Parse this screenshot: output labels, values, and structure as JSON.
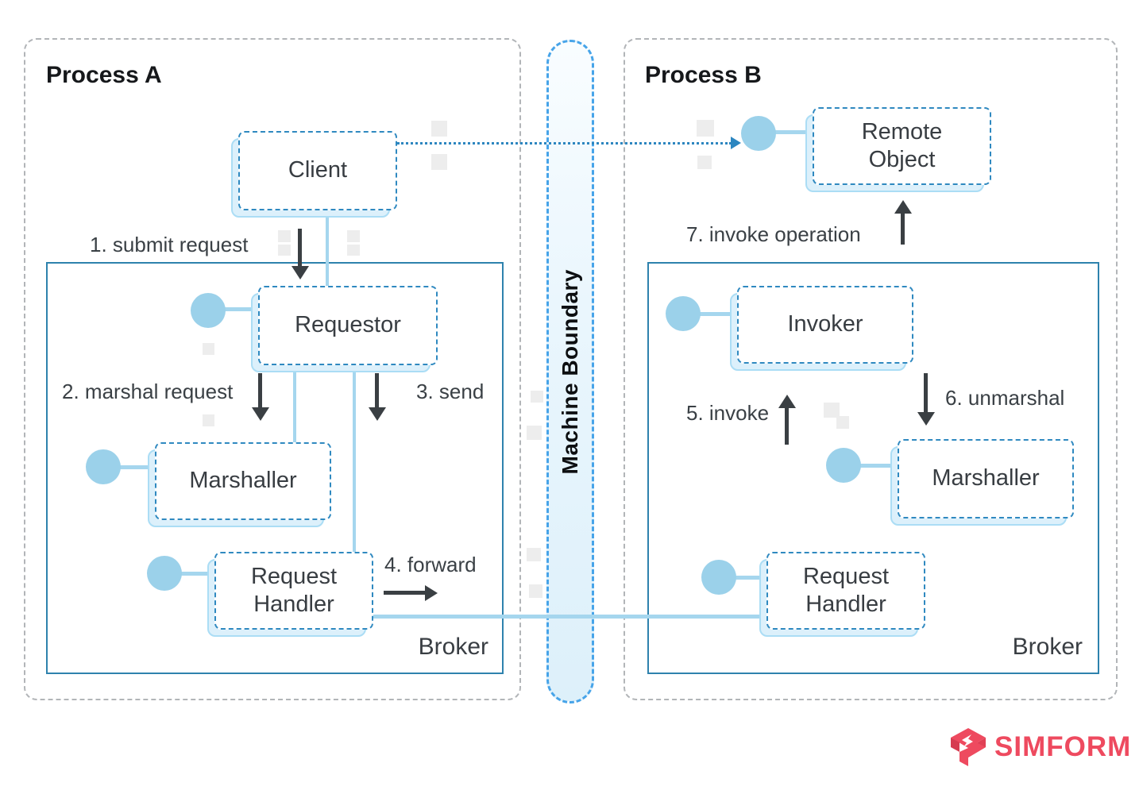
{
  "processes": {
    "a": {
      "title": "Process A",
      "broker": "Broker"
    },
    "b": {
      "title": "Process B",
      "broker": "Broker"
    }
  },
  "nodes": {
    "client": "Client",
    "requestor": "Requestor",
    "marshaller_a": "Marshaller",
    "request_handler_a": "Request Handler",
    "remote_object": "Remote Object",
    "invoker": "Invoker",
    "marshaller_b": "Marshaller",
    "request_handler_b": "Request Handler"
  },
  "boundary": {
    "label": "Machine Boundary"
  },
  "steps": {
    "s1": "1. submit request",
    "s2": "2. marshal request",
    "s3": "3. send",
    "s4": "4. forward",
    "s5": "5. invoke",
    "s6": "6. unmarshal",
    "s7": "7. invoke operation"
  },
  "brand": {
    "name": "SIMFORM"
  },
  "colors": {
    "node_border": "#2f89c0",
    "node_shadow_fill": "#dcf0fb",
    "node_shadow_border": "#abddf5",
    "connector_blue": "#a5d6ee",
    "circle_blue": "#9bd1ea",
    "broker_border": "#2e82ad",
    "boundary_dash": "#47a4e9",
    "boundary_fill": "#e4f4fc",
    "process_dash": "#b2b5b8",
    "arrow_dark": "#3a3f43",
    "dotted_link": "#2c86c0",
    "brand_pink": "#ee4a5f",
    "text_dark": "#383d42"
  }
}
